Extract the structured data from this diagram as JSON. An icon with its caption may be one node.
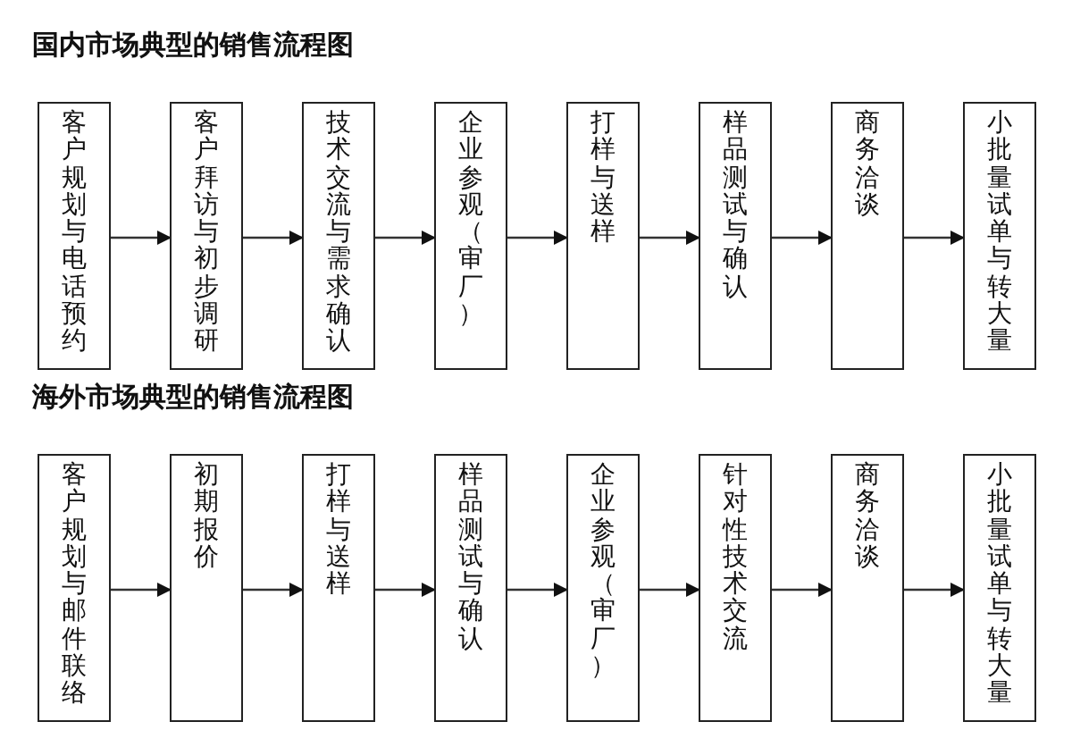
{
  "diagram": {
    "nodes": [
      {
        "text": [
          "客户规划与电话预约"
        ]
      },
      {
        "text": [
          "客户拜访与初步调研"
        ]
      },
      {
        "text": [
          "技术交流与需求确认"
        ]
      },
      {
        "text": [
          "企业参观（审厂）"
        ]
      },
      {
        "text": [
          "打样与送样"
        ]
      },
      {
        "text": [
          "样品测试与确认"
        ]
      },
      {
        "text": [
          "商务洽谈"
        ]
      },
      {
        "text": [
          "小批量试单与转大量"
        ]
      },
      {
        "text": [
          "客户规划与邮件联络"
        ]
      },
      {
        "text": [
          "初期报价"
        ]
      },
      {
        "text": [
          "打样与送样"
        ]
      },
      {
        "text": [
          "样品测试与确认"
        ]
      },
      {
        "text": [
          "企业参观（审厂）"
        ]
      },
      {
        "text": [
          "针对性技术交流"
        ]
      },
      {
        "text": [
          "商务洽谈"
        ]
      },
      {
        "text": [
          "小批量试单与转大量"
        ]
      }
    ],
    "edges": [
      {
        "from": 0,
        "to": 1,
        "arrow": "to"
      },
      {
        "from": 1,
        "to": 2,
        "arrow": "to"
      },
      {
        "from": 2,
        "to": 3,
        "arrow": "to"
      },
      {
        "from": 3,
        "to": 4,
        "arrow": "to"
      },
      {
        "from": 4,
        "to": 5,
        "arrow": "to"
      },
      {
        "from": 5,
        "to": 6,
        "arrow": "to"
      },
      {
        "from": 6,
        "to": 7,
        "arrow": "to"
      },
      {
        "from": 8,
        "to": 9,
        "arrow": "to"
      },
      {
        "from": 9,
        "to": 10,
        "arrow": "to"
      },
      {
        "from": 10,
        "to": 11,
        "arrow": "to"
      },
      {
        "from": 11,
        "to": 12,
        "arrow": "to"
      },
      {
        "from": 12,
        "to": 13,
        "arrow": "to"
      },
      {
        "from": 13,
        "to": 14,
        "arrow": "to"
      },
      {
        "from": 14,
        "to": 15,
        "arrow": "to"
      }
    ],
    "labels": [
      "国内市场典型的销售流程图",
      "海外市场典型的销售流程图"
    ]
  }
}
